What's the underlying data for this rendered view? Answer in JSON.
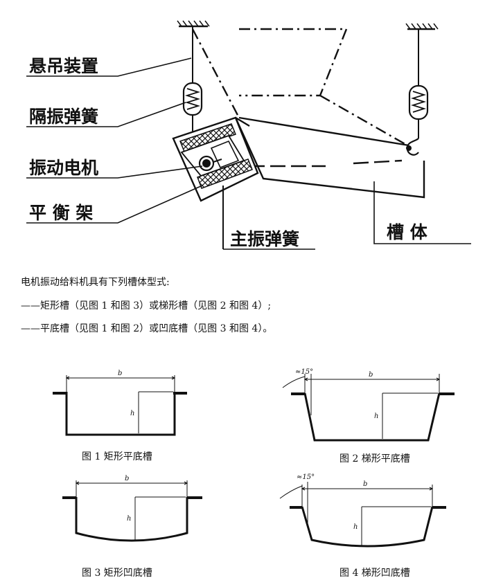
{
  "main_diagram": {
    "labels": {
      "suspension": "悬吊装置",
      "isolation_spring": "隔振弹簧",
      "vibration_motor": "振动电机",
      "balance_frame": "平 衡 架",
      "main_spring": "主振弹簧",
      "trough_body": "槽   体"
    }
  },
  "text": {
    "line1": "电机振动给料机具有下列槽体型式:",
    "line2": "——矩形槽（见图 1 和图 3）或梯形槽（见图 2 和图 4）;",
    "line3": "——平底槽（见图 1 和图 2）或凹底槽（见图 3 和图 4）。"
  },
  "figures": {
    "fig1": {
      "caption": "图 1 矩形平底槽",
      "b": "b",
      "h": "h"
    },
    "fig2": {
      "caption": "图 2   梯形平底槽",
      "b": "b",
      "h": "h",
      "angle": "≈15°"
    },
    "fig3": {
      "caption": "图 3   矩形凹底槽",
      "b": "b",
      "h": "h"
    },
    "fig4": {
      "caption": "图 4   梯形凹底槽",
      "b": "b",
      "h": "h",
      "angle": "≈15°"
    }
  }
}
